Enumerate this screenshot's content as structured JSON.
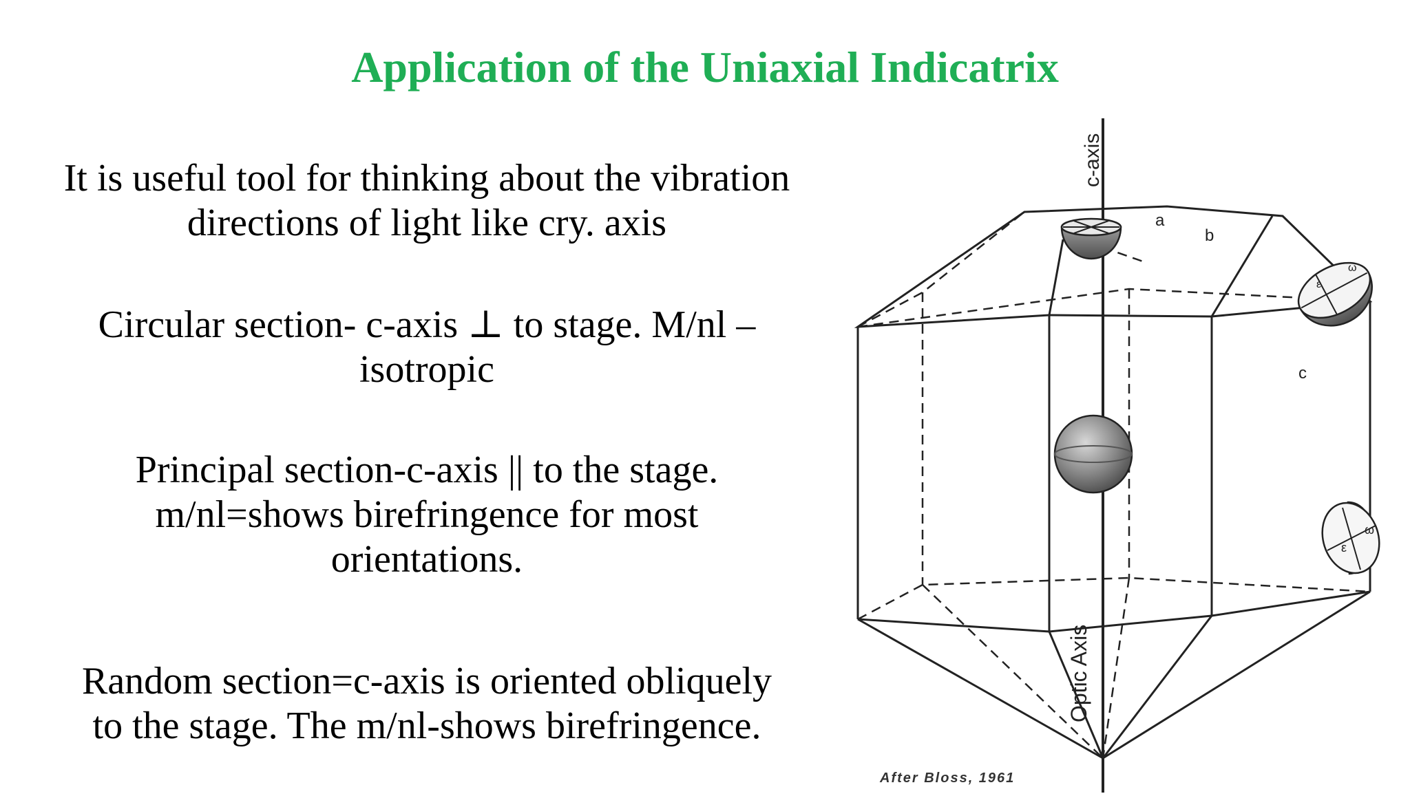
{
  "slide": {
    "title": "Application of the Uniaxial Indicatrix",
    "paragraphs": [
      {
        "lines": [
          "It is useful tool for thinking about the vibration",
          "directions of light like cry. axis"
        ]
      },
      {
        "lines": [
          "Circular section- c-axis ⊥ to stage. M/nl –",
          "isotropic"
        ]
      },
      {
        "lines": [
          "Principal section-c-axis || to the stage.",
          "m/nl=shows birefringence for most",
          "orientations."
        ]
      },
      {
        "lines": [
          "Random section=c-axis is oriented obliquely",
          "to the stage. The m/nl-shows birefringence."
        ]
      }
    ]
  },
  "figure": {
    "axis_label_top": "c-axis",
    "axis_label_optic": "Optic Axis",
    "section_labels": [
      "a",
      "b",
      "c"
    ],
    "ellipsoid_labels": [
      "ε",
      "ω"
    ],
    "credit": "After Bloss, 1961"
  },
  "colors": {
    "title": "#1fae55",
    "text": "#000000",
    "lines": "#222222"
  }
}
